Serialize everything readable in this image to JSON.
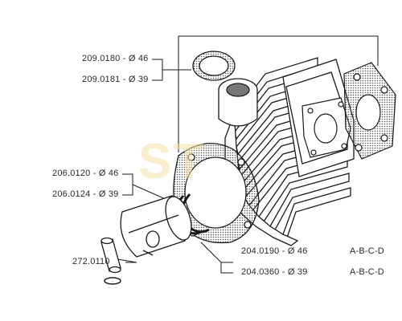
{
  "labels": {
    "gasket_46": "209.0180 - Ø 46",
    "gasket_39": "209.0181 - Ø 39",
    "ring_46": "206.0120 - Ø 46",
    "ring_39": "206.0124 - Ø 39",
    "pin": "272.0110",
    "kit_46": "204.0190 - Ø 46",
    "kit_39": "204.0360 - Ø 39",
    "variant_46": "A-B-C-D",
    "variant_39": "A-B-C-D"
  },
  "watermark": {
    "text": "ST",
    "color": "#f5e1a6"
  },
  "colors": {
    "line": "#1a1a1a",
    "stipple": "#6a6a6a"
  }
}
